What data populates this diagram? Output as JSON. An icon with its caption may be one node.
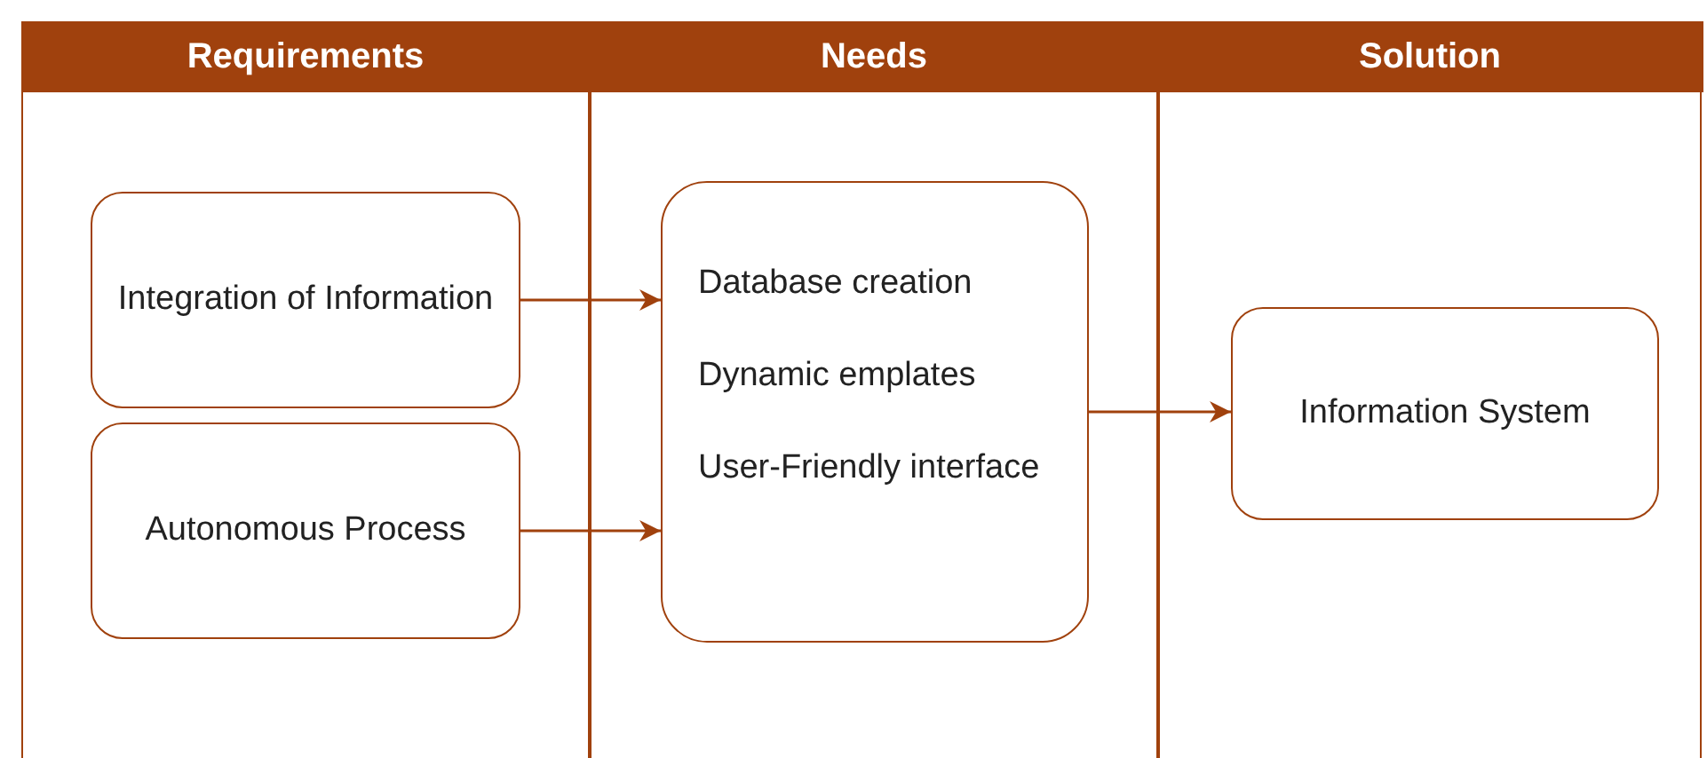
{
  "diagram": {
    "nodes": [
      {
        "text": [
          "Requirements"
        ]
      },
      {
        "text": [
          "Needs"
        ]
      },
      {
        "text": [
          "Solution"
        ]
      },
      {
        "text": [
          "Integration of Information"
        ],
        "in": 0
      },
      {
        "text": [
          "Autonomous Process"
        ],
        "in": 0
      },
      {
        "text": [
          "Database creation",
          "Dynamic emplates",
          "User-Friendly interface"
        ],
        "in": 1
      },
      {
        "text": [
          "Information System"
        ],
        "in": 2
      }
    ],
    "edges": [
      {
        "from": 3,
        "to": 5,
        "arrow": "to"
      },
      {
        "from": 4,
        "to": 5,
        "arrow": "to"
      },
      {
        "from": 5,
        "to": 6,
        "arrow": "to"
      }
    ]
  }
}
